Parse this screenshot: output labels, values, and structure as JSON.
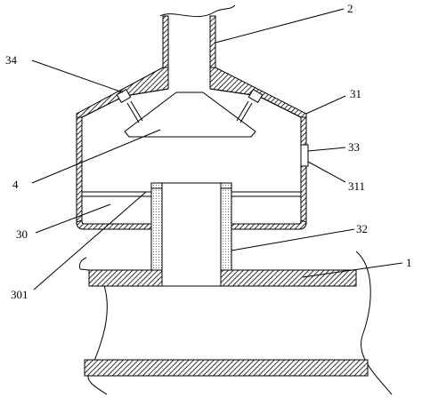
{
  "labels": {
    "l2": "2",
    "l34": "34",
    "l31": "31",
    "l33": "33",
    "l311": "311",
    "l4": "4",
    "l30": "30",
    "l32": "32",
    "l301": "301",
    "l1": "1"
  }
}
